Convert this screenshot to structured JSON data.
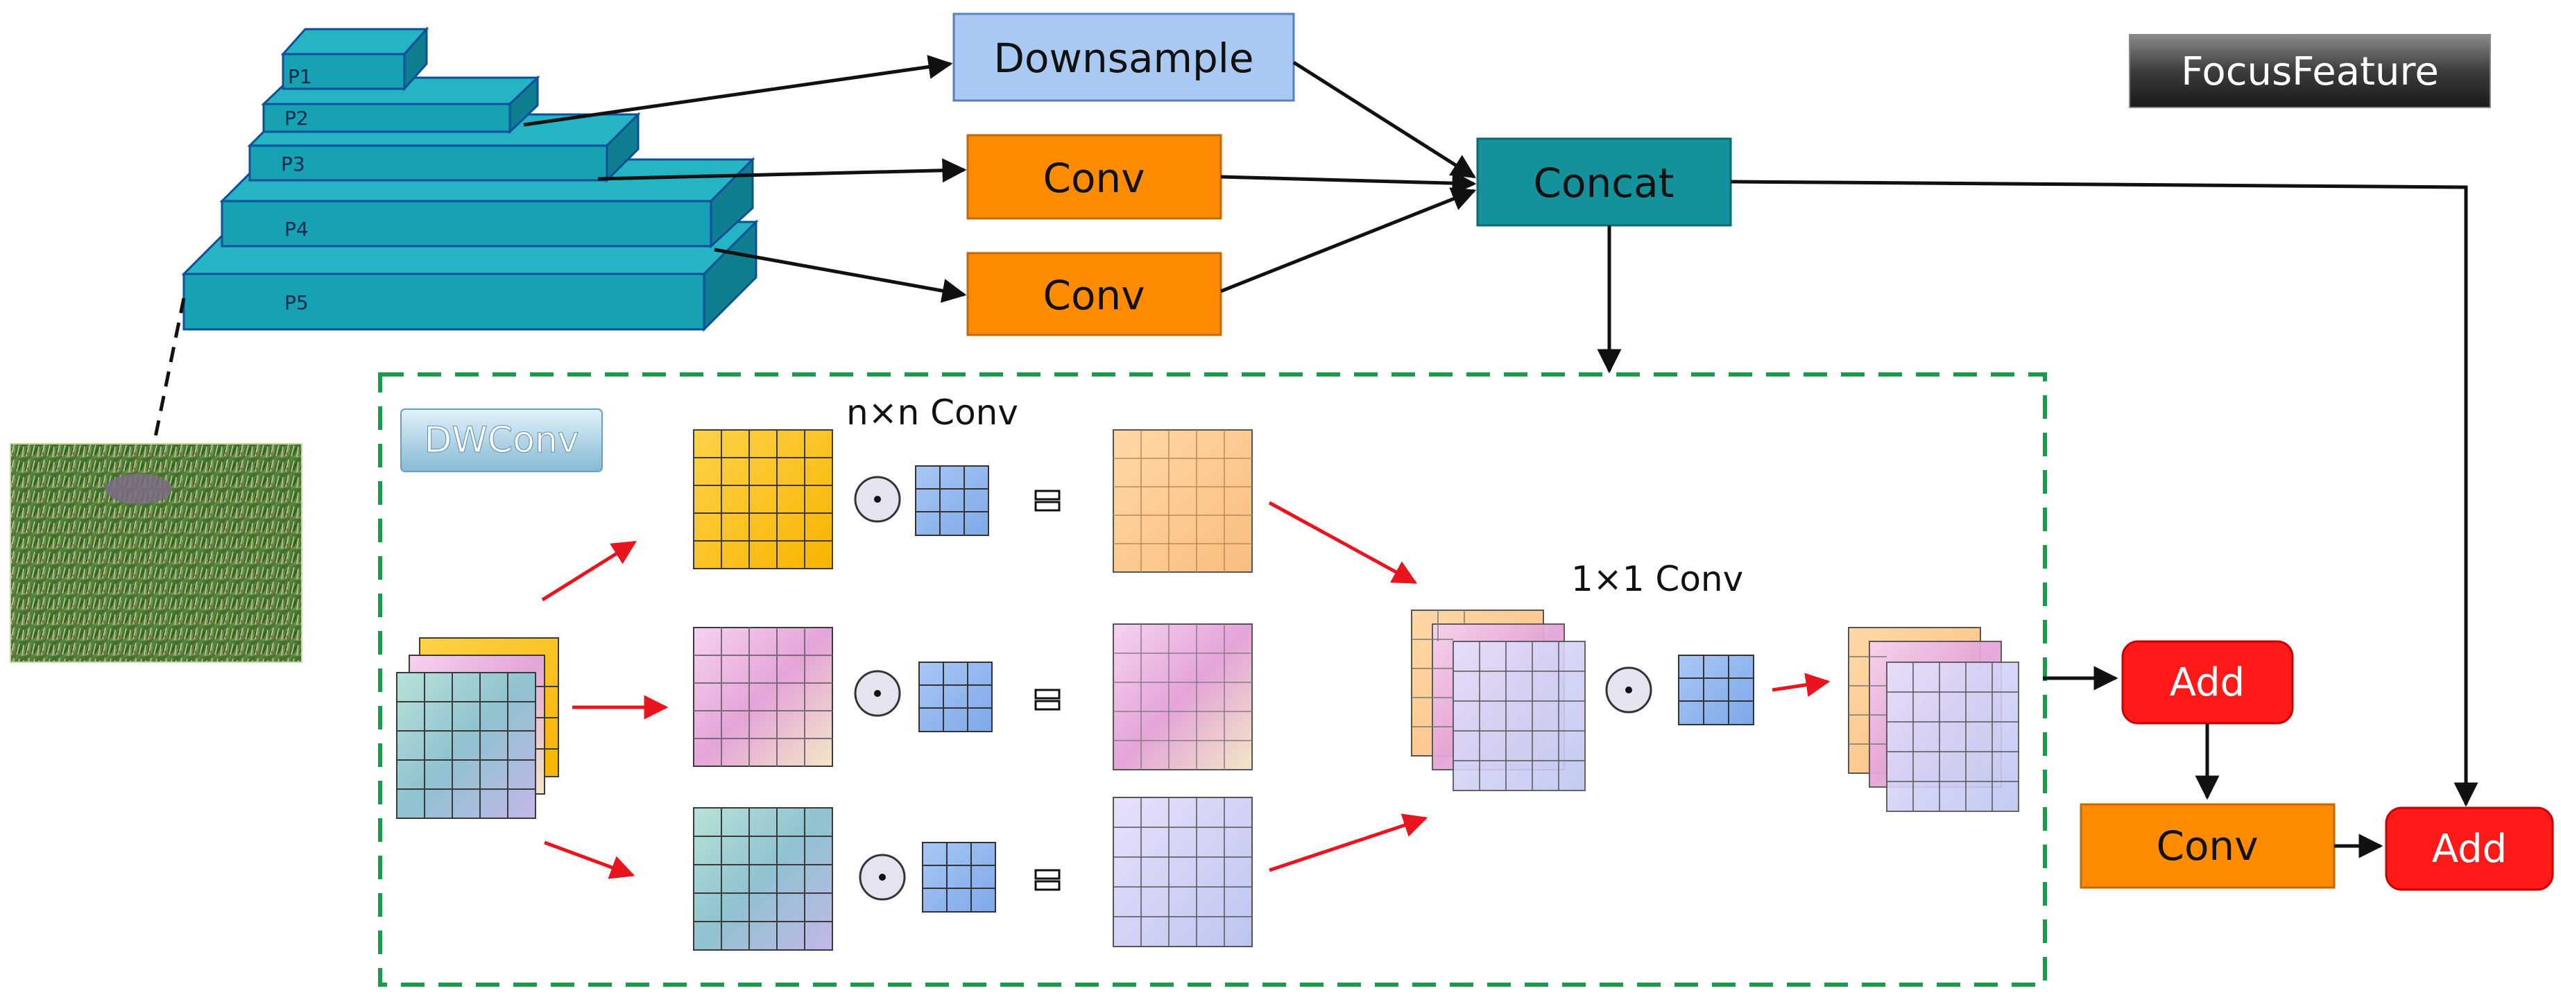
{
  "pyramid": {
    "levels": [
      "P1",
      "P2",
      "P3",
      "P4",
      "P5"
    ]
  },
  "blocks": {
    "downsample": "Downsample",
    "conv_top": "Conv",
    "conv_mid": "Conv",
    "concat": "Concat",
    "focus_feature": "FocusFeature",
    "dwconv": "DWConv",
    "add_right": "Add",
    "conv_bottom": "Conv",
    "add_final": "Add"
  },
  "labels": {
    "nxn_conv": "n×n Conv",
    "one_by_one_conv": "1×1 Conv"
  },
  "colors": {
    "block_blue": "#a9c8f2",
    "block_orange": "#ff8c00",
    "block_teal": "#14919b",
    "block_red": "#ff1a1a",
    "pyramid_teal": "#17a2b3",
    "dashed_border": "#1a9a4a",
    "red_arrow": "#e8141e",
    "grid_yellow": "#ffc20e",
    "grid_peach": "#fdc98e",
    "grid_pink": "#e9a6dd",
    "grid_lilac": "#c9c3ef",
    "grid_teal": "#8ec9c4",
    "kernel_blue": "#8eb6ee"
  },
  "icons": {
    "dot_product": "circled-dot-operator-icon",
    "equals": "equals-sign-icon",
    "image": "grass-image-thumbnail"
  }
}
